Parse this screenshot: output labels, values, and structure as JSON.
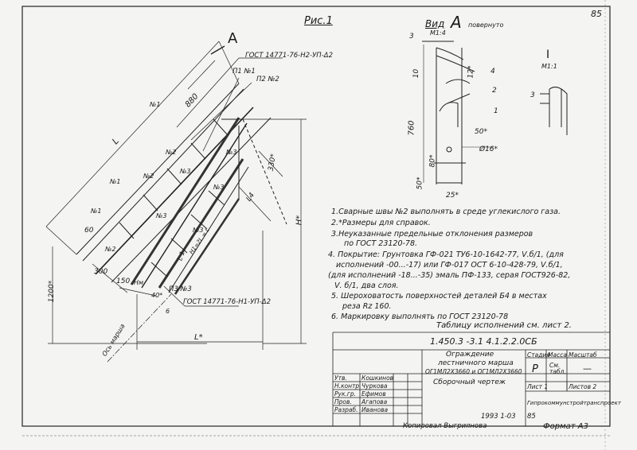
{
  "sheet_number": "85",
  "figure_label": "Рис.1",
  "view_title": "Вид",
  "view_letter": "A",
  "view_rotated": "повернуто",
  "view_scale": "М1:4",
  "section_label": "I",
  "section_scale": "М1:1",
  "arrow_letter": "A",
  "drawing": {
    "gost_top": "ГОСТ 14771-76-Н2-УП-Δ2",
    "gost_bottom": "ГОСТ 14771-76-Н1-УП-Δ2",
    "pos_1": "П1 №1",
    "pos_2": "П2 №2",
    "pos_3": "П3 №3",
    "n1": "№1",
    "n2": "№2",
    "n3": "№3",
    "dim_880": "880",
    "dim_330": "330*",
    "dim_60": "60",
    "dim_300": "300",
    "dim_150": "150",
    "dim_1200": "1200*",
    "dim_H": "H*",
    "dim_L": "L",
    "dim_L_star": "L*",
    "dim_L1": "L 1",
    "dim_L4": "L4",
    "dim_Hmarsha": "H1=2L = L",
    "dim_Hm": "Hм",
    "dim_40": "40*",
    "dim_6": "6",
    "axis_label": "Ось марша",
    "view_dims": {
      "d3": "3",
      "d10": "10",
      "d12": "12*",
      "d760": "760",
      "d50": "50*",
      "d80": "80*",
      "d50b": "50*",
      "d25": "25*",
      "d16": "Ø16*",
      "p1": "1",
      "p2": "2",
      "p4": "4",
      "sec3": "3"
    }
  },
  "notes": [
    "1.Сварные швы №2 выполнять в среде углекислого газа.",
    "2.*Размеры для справок.",
    "3.Неуказанные предельные отклонения размеров",
    "по ГОСТ 23120-78.",
    "4. Покрытие: Грунтовка ГФ-021 ТУ6-10-1642-77, Ⅴ.б/1, (для",
    "исполнений -00...-17) или ГФ-017 ОСТ 6-10-428-79, Ⅴ.б/1,",
    "(для исполнений -18...-35) эмаль ПФ-133, серая ГОСТ926-82,",
    "Ⅴ. б/1, два слоя.",
    "5. Шероховатость поверхностей деталей Б4 в местах",
    "реза Rz 160.",
    "6. Маркировку выполнять по ГОСТ 23120-78"
  ],
  "table_note": "Таблицу исполнений см. лист 2.",
  "title_block": {
    "code": "1.450.3 -3.1   4.1.2.2.0СБ",
    "name_lines": [
      "Ограждение",
      "лестничного марша",
      "ОГ1МЛ2Х3660 и ОГ1МЛ2Х3660"
    ],
    "doc_type": "Сборочный чертеж",
    "col_stage": "Стадия",
    "col_mass": "Масса",
    "col_scale": "Масштаб",
    "stage": "Р",
    "mass": "См. табл.",
    "scale": "—",
    "sheet": "Лист 1",
    "sheets": "Листов 2",
    "org": "Гипрокоммунстройтранспроект",
    "roles": [
      {
        "role": "Утв.",
        "name": "Кошкинов"
      },
      {
        "role": "Н.контр.",
        "name": "Чуркова"
      },
      {
        "role": "Рук.гр.",
        "name": "Ефимов"
      },
      {
        "role": "Пров.",
        "name": "Агапова"
      },
      {
        "role": "Разраб.",
        "name": "Иванова"
      }
    ]
  },
  "footer": {
    "copied": "Копировал Выгриянова",
    "year_code": "1993 1-03",
    "sheet_85": "85",
    "format": "Формат А3"
  }
}
